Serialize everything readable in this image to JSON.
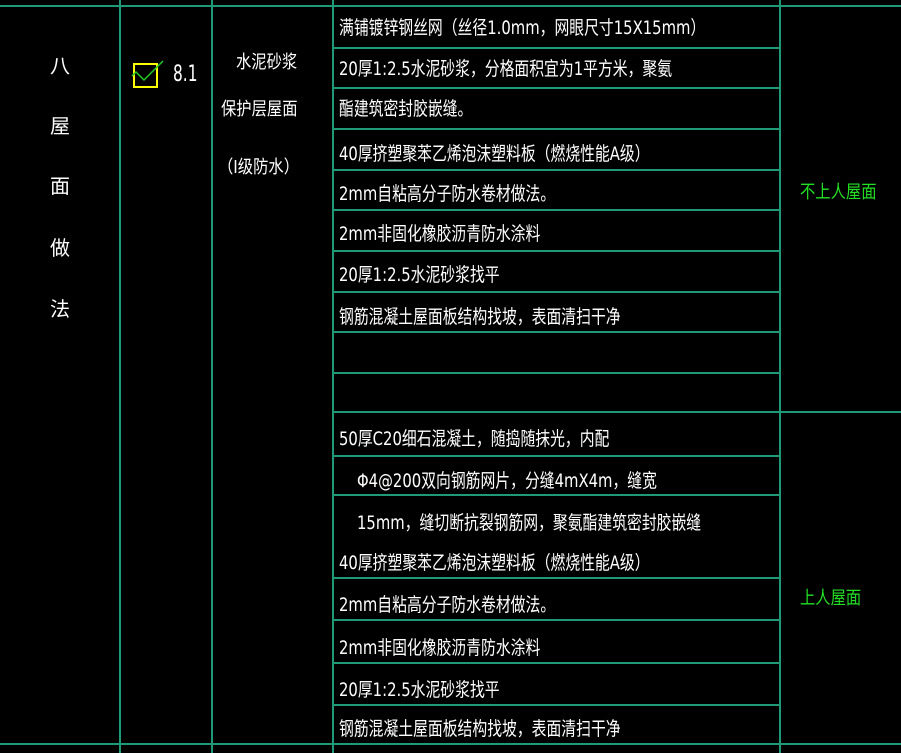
{
  "section": {
    "title_vertical": [
      "八",
      "屋",
      "面",
      "做",
      "法"
    ],
    "item_number": "8.1",
    "item_checked": true,
    "item_name_lines": [
      "水泥砂浆",
      "保护层屋面",
      "（Ⅰ级防水）"
    ]
  },
  "non_accessible_roof": {
    "label": "不上人屋面",
    "layers": [
      "满铺镀锌钢丝网（丝径1.0mm，网眼尺寸15X15mm）",
      "20厚1:2.5水泥砂浆，分格面积宜为1平方米，聚氨",
      "酯建筑密封胶嵌缝。",
      "40厚挤塑聚苯乙烯泡沫塑料板（燃烧性能A级）",
      "2mm自粘高分子防水卷材做法。",
      "2mm非固化橡胶沥青防水涂料",
      "20厚1:2.5水泥砂浆找平",
      "钢筋混凝土屋面板结构找坡，表面清扫干净",
      "",
      ""
    ]
  },
  "accessible_roof": {
    "label": "上人屋面",
    "layers": [
      "50厚C20细石混凝土，随捣随抹光，内配",
      "Φ4@200双向钢筋网片，分缝4mX4m，缝宽",
      "15mm，缝切断抗裂钢筋网，聚氨酯建筑密封胶嵌缝",
      "40厚挤塑聚苯乙烯泡沫塑料板（燃烧性能A级）",
      "2mm自粘高分子防水卷材做法。",
      "2mm非固化橡胶沥青防水涂料",
      "20厚1:2.5水泥砂浆找平",
      "钢筋混凝土屋面板结构找坡，表面清扫干净"
    ]
  },
  "colors": {
    "background": "#000000",
    "grid_line": "#1e9a78",
    "text": "#ffffff",
    "label_green": "#22e022",
    "checkbox_border": "#ffff00",
    "checkmark": "#22cc22"
  }
}
